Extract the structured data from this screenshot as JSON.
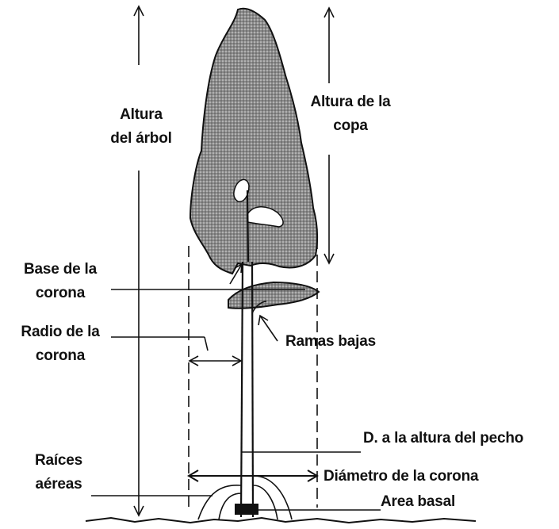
{
  "labels": {
    "tree_height": [
      "Altura",
      "del árbol"
    ],
    "crown_height": [
      "Altura de la",
      "copa"
    ],
    "crown_base": [
      "Base de la",
      "corona"
    ],
    "crown_radius": [
      "Radio de la",
      "corona"
    ],
    "lower_branches": "Ramas bajas",
    "dbh": "D. a la altura del pecho",
    "aerial_roots": [
      "Raíces",
      "aéreas"
    ],
    "crown_diameter": "Diámetro de la corona",
    "basal_area": "Area basal"
  },
  "colors": {
    "ink": "#111111",
    "foliage": "#7a7a7a",
    "background": "#ffffff"
  }
}
